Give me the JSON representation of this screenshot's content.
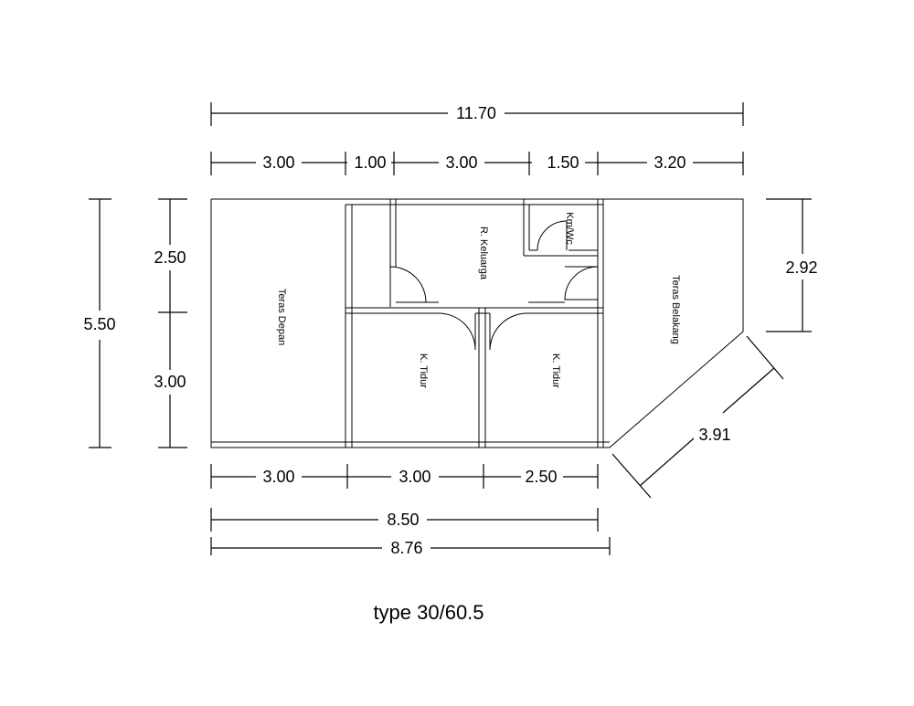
{
  "dimensions": {
    "overall_width": "11.70",
    "top_segments": [
      "3.00",
      "1.00",
      "3.00",
      "1.50",
      "3.20"
    ],
    "left_total": "5.50",
    "left_segments": [
      "2.50",
      "3.00"
    ],
    "right_top": "2.92",
    "diagonal": "3.91",
    "bottom_segments": [
      "3.00",
      "3.00",
      "2.50"
    ],
    "bottom_total_a": "8.50",
    "bottom_total_b": "8.76"
  },
  "rooms": {
    "teras_depan": "Teras Depan",
    "r_keluarga": "R. Keluarga",
    "km_wc": "Km/Wc",
    "teras_belakang": "Teras Belakang",
    "k_tidur_1": "K. Tidur",
    "k_tidur_2": "K. Tidur"
  },
  "caption": "type 30/60.5"
}
